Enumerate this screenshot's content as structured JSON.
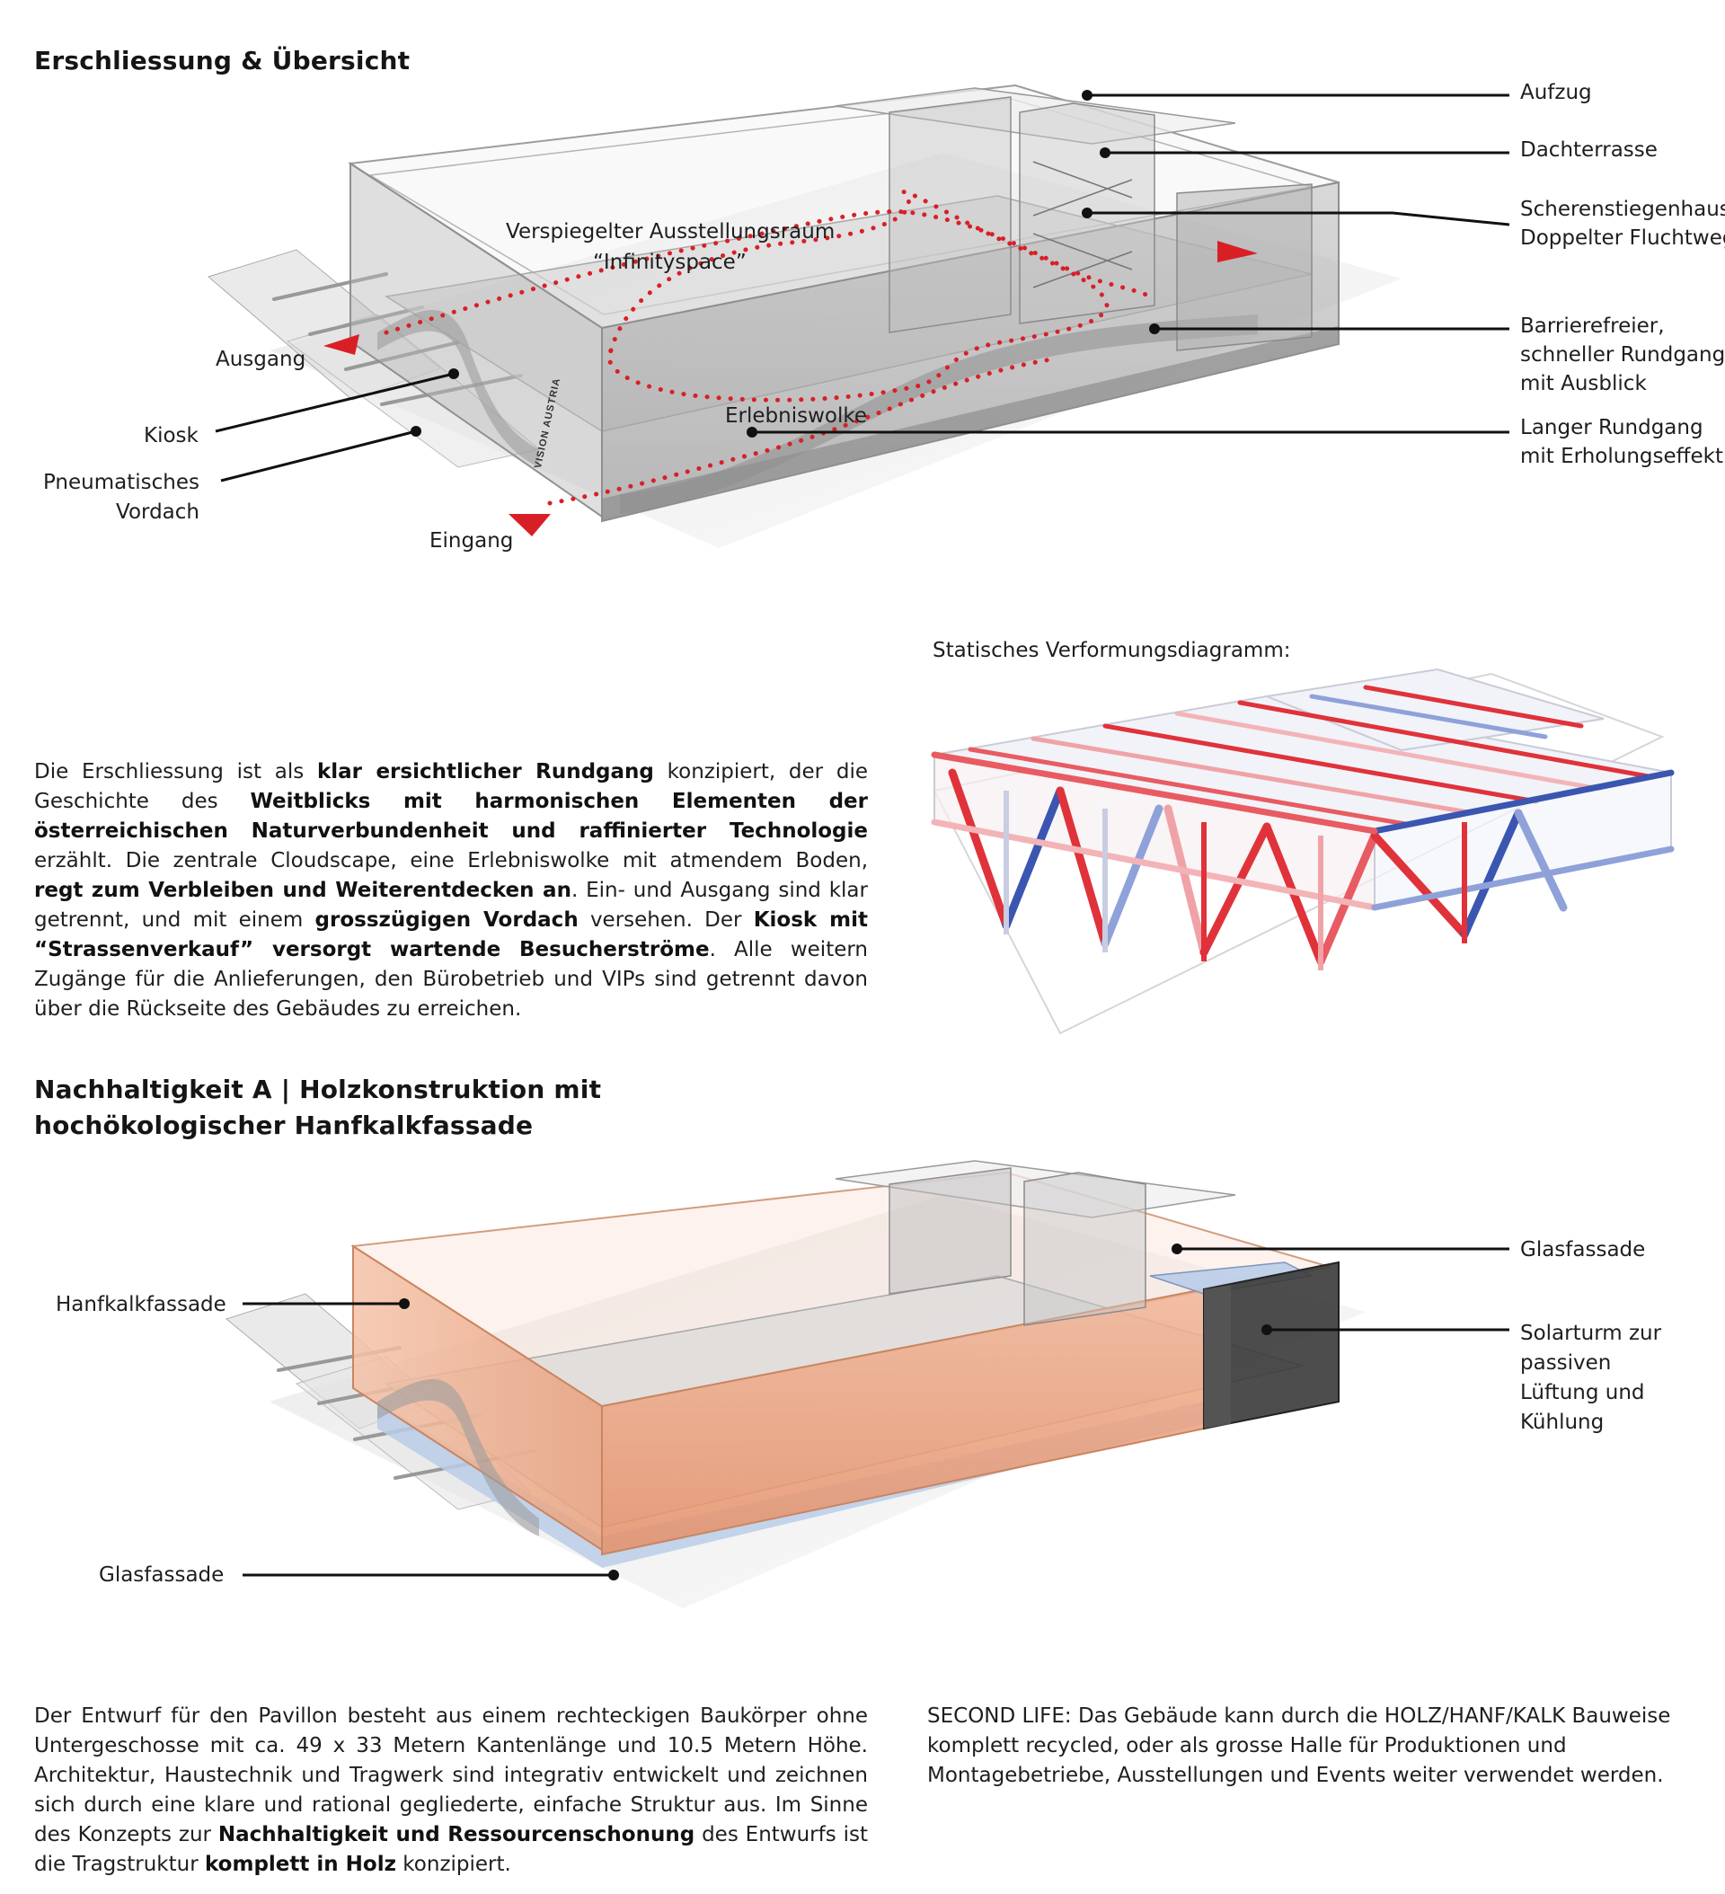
{
  "section1": {
    "heading": "Erschliessung & Übersicht",
    "labels": {
      "aufzug": "Aufzug",
      "dachterrasse": "Dachterrasse",
      "scherenstiegenhaus": "Scherenstiegenhaus",
      "doppelter_fluchtweg": "Doppelter Fluchtweg",
      "barrierefreier": "Barrierefreier,",
      "schneller_rundgang": "schneller Rundgang",
      "mit_ausblick": "mit Ausblick",
      "langer_rundgang": "Langer Rundgang",
      "mit_erholungseffekt": "mit Erholungseffekt",
      "ausgang": "Ausgang",
      "kiosk": "Kiosk",
      "pneumatisches": "Pneumatisches",
      "vordach": "Vordach",
      "eingang": "Eingang",
      "verspiegelter": "Verspiegelter Ausstellungsraum",
      "infinityspace": "“Infinityspace”",
      "erlebniswolke": "Erlebniswolke",
      "brand": "VISION AUSTRIA"
    }
  },
  "diagram_caption": "Statisches Verformungsdiagramm:",
  "paragraph1": {
    "s1": "Die Erschliessung ist als ",
    "b1": "klar ersichtlicher Rundgang",
    "s2": " konzipiert, der die Geschichte des ",
    "b2": "Weitblicks mit harmonischen Elementen der österreichischen Naturverbundenheit und raffinierter Technologie",
    "s3": " erzählt. Die zentrale Cloudscape, eine Erlebniswolke mit atmendem Boden, ",
    "b3": "regt zum Verbleiben und Weiterentdecken an",
    "s4": ". Ein- und Ausgang sind klar getrennt, und mit einem ",
    "b4": "grosszügigen Vordach",
    "s5": " versehen. Der ",
    "b5": "Kiosk mit “Strassenverkauf” versorgt wartende Besucherströme",
    "s6": ". Alle weitern Zugänge für die Anlieferungen, den Bürobetrieb und VIPs sind getrennt davon über die Rückseite des Gebäudes zu erreichen."
  },
  "section2": {
    "heading_line1": "Nachhaltigkeit A | Holzkonstruktion mit",
    "heading_line2": "hochökologischer Hanfkalkfassade",
    "labels": {
      "glasfassade_right": "Glasfassade",
      "solarturm1": "Solarturm zur",
      "solarturm2": "passiven",
      "solarturm3": "Lüftung und",
      "solarturm4": "Kühlung",
      "hanfkalkfassade": "Hanfkalkfassade",
      "glasfassade_left": "Glasfassade"
    }
  },
  "paragraph2": {
    "s1": "Der Entwurf für den Pavillon besteht aus einem rechteckigen Baukörper ohne Untergeschosse mit ca. 49 x 33 Metern Kantenlänge und 10.5 Metern Höhe. Architektur, Haustechnik und Tragwerk sind integrativ entwickelt und zeichnen sich durch eine klare und rational gegliederte, einfache Struktur aus. Im Sinne des Konzepts zur ",
    "b1": "Nachhaltigkeit und Ressourcenschonung",
    "s2": " des Entwurfs ist die Tragstruktur ",
    "b2": "komplett in Holz",
    "s3": " konzipiert."
  },
  "paragraph3": "SECOND LIFE: Das Gebäude kann durch die HOLZ/HANF/KALK Bauweise komplett recycled, oder als grosse Halle für Produktionen und Montagebetriebe, Ausstellungen und Events weiter verwendet werden.",
  "colors": {
    "route_red": "#d91f26",
    "glass_grey": "#9a9a9a",
    "hemp_orange": "#e8956f",
    "glass_blue": "#b9cde8",
    "tension_red": "#e0323a",
    "compression_blue": "#3b56b0",
    "solar_tower": "#3a3a3a"
  }
}
